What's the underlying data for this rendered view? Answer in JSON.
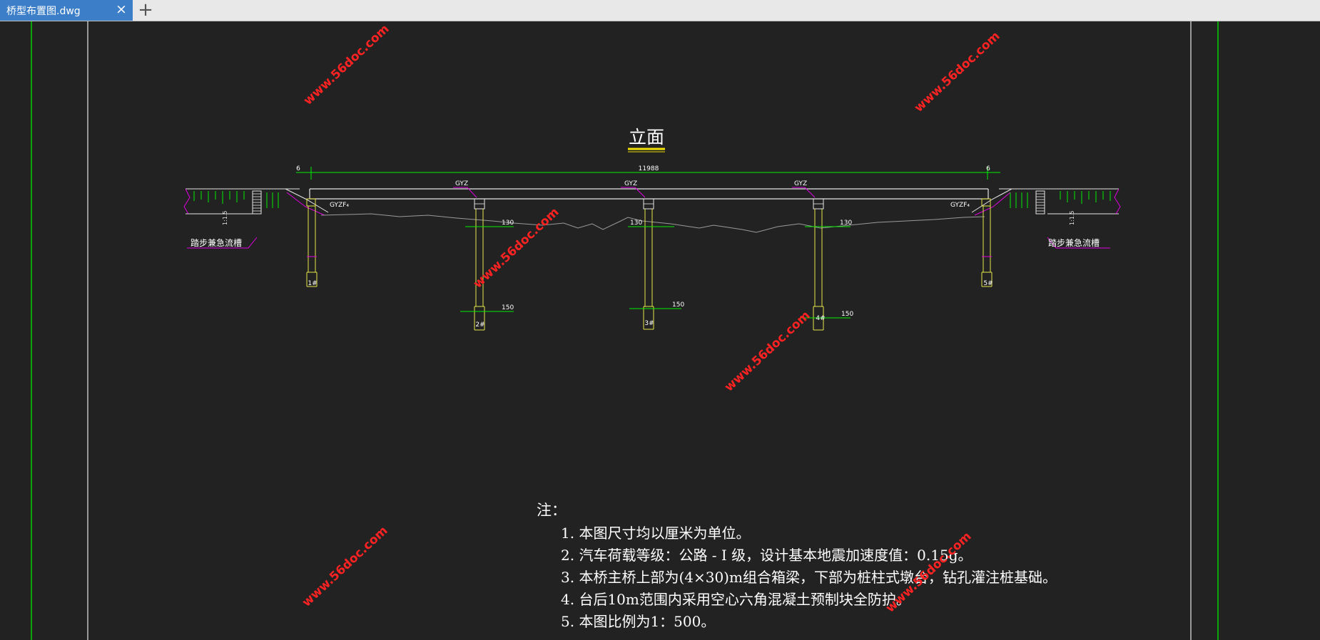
{
  "tabs": [
    {
      "label": "桥型布置图.dwg",
      "close": "×"
    }
  ],
  "tab_add": "+",
  "drawing": {
    "title": "立面",
    "dimensions": {
      "total_length": "11988",
      "left_end": "6",
      "right_end": "6",
      "pier_width": "130",
      "pile_width": "150"
    },
    "bearing_labels": [
      "GYZ",
      "GYZ",
      "GYZ"
    ],
    "abutment_bearing_left": "GYZF₄",
    "abutment_bearing_right": "GYZF₄",
    "slope_left": "1:1.5",
    "slope_right": "1:1.5",
    "side_label_left": "踏步兼急流槽",
    "side_label_right": "踏步兼急流槽",
    "pier_numbers": [
      "1#",
      "2#",
      "3#",
      "4#",
      "5#"
    ],
    "notes_heading": "注：",
    "notes": [
      "1.  本图尺寸均以厘米为单位。",
      "2.  汽车荷载等级：公路 - Ⅰ 级，设计基本地震加速度值：0.15g。",
      "3.  本桥主桥上部为(4×30)m组合箱梁，下部为桩柱式墩台，钻孔灌注桩基础。",
      "4.  台后10m范围内采用空心六角混凝土预制块全防护。",
      "5.  本图比例为1：500。"
    ]
  },
  "watermark": "www.56doc.com",
  "colors": {
    "background": "#222222",
    "tab_active": "#3c7fc8",
    "frame_green": "#00dd00",
    "frame_white": "#e6e6e6",
    "dim_green": "#00ee00",
    "pier_yellow": "#e6e64b",
    "leader_magenta": "#e000e0",
    "watermark_red": "#ff2222",
    "title_underline": "#f0e000"
  },
  "icons": {
    "close": "close-icon",
    "add": "plus-icon"
  }
}
